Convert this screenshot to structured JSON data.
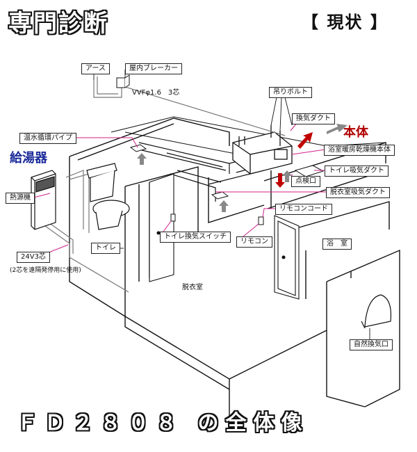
{
  "title": "専門診断",
  "status": "【 現状 】",
  "footer": "ＦＤ２８０８ の全体像",
  "heater": "給湯器",
  "main_unit": "本体",
  "labels": {
    "earth": "アース",
    "breaker": "屋内ブレーカー",
    "vvf": "VVFφ1.6　3芯",
    "hanging_bolt": "吊りボルト",
    "exhaust_duct": "換気ダクト",
    "hot_water_pipe": "温水循環パイプ",
    "bath_dryer": "浴室暖房乾燥機本体",
    "toilet_duct": "トイレ吸気ダクト",
    "inspection_port": "点検口",
    "dressing_duct": "脱衣室吸気ダクト",
    "remote_cord": "リモコンコード",
    "heat_source": "熱源機",
    "toilet_switch": "トイレ換気スイッチ",
    "remote": "リモコン",
    "toilet_room": "トイレ",
    "bathroom": "浴　室",
    "dressing_room": "脱衣室",
    "wire_24v": "24V3芯",
    "wire_note": "(2芯を遠隔発停用に使用)",
    "natural_vent": "自然換気口"
  }
}
